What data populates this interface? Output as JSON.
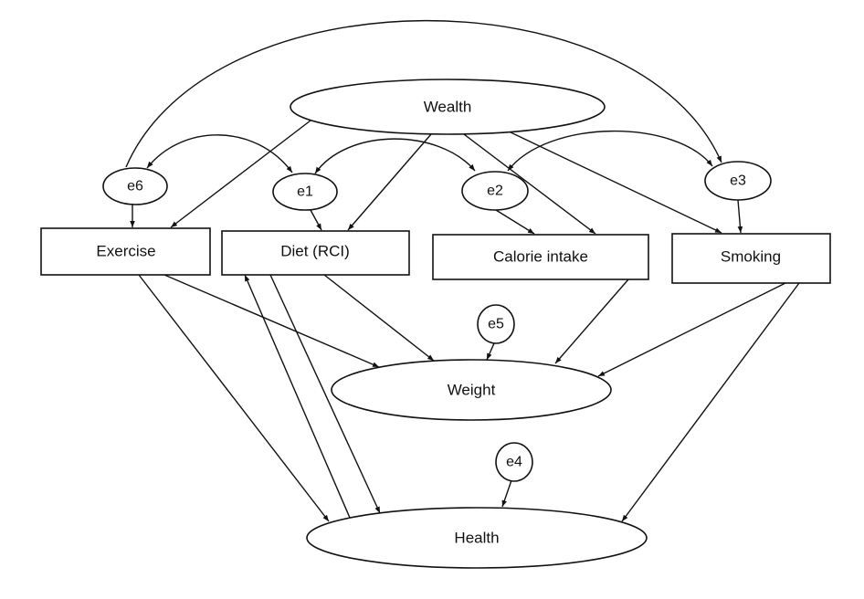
{
  "diagram": {
    "type": "path-diagram",
    "nodes": {
      "wealth": {
        "label": "Wealth",
        "kind": "latent"
      },
      "weight": {
        "label": "Weight",
        "kind": "latent"
      },
      "health": {
        "label": "Health",
        "kind": "latent"
      },
      "exercise": {
        "label": "Exercise",
        "kind": "observed"
      },
      "diet": {
        "label": "Diet (RCI)",
        "kind": "observed"
      },
      "calorie": {
        "label": "Calorie intake",
        "kind": "observed"
      },
      "smoking": {
        "label": "Smoking",
        "kind": "observed"
      },
      "e1": {
        "label": "e1",
        "kind": "error"
      },
      "e2": {
        "label": "e2",
        "kind": "error"
      },
      "e3": {
        "label": "e3",
        "kind": "error"
      },
      "e4": {
        "label": "e4",
        "kind": "error"
      },
      "e5": {
        "label": "e5",
        "kind": "error"
      },
      "e6": {
        "label": "e6",
        "kind": "error"
      }
    },
    "paths": [
      {
        "from": "wealth",
        "to": "exercise"
      },
      {
        "from": "wealth",
        "to": "diet"
      },
      {
        "from": "wealth",
        "to": "calorie"
      },
      {
        "from": "wealth",
        "to": "smoking"
      },
      {
        "from": "e6",
        "to": "exercise"
      },
      {
        "from": "e1",
        "to": "diet"
      },
      {
        "from": "e2",
        "to": "calorie"
      },
      {
        "from": "e3",
        "to": "smoking"
      },
      {
        "from": "exercise",
        "to": "weight"
      },
      {
        "from": "diet",
        "to": "weight"
      },
      {
        "from": "calorie",
        "to": "weight"
      },
      {
        "from": "smoking",
        "to": "weight"
      },
      {
        "from": "e5",
        "to": "weight"
      },
      {
        "from": "exercise",
        "to": "health"
      },
      {
        "from": "diet",
        "to": "health"
      },
      {
        "from": "health",
        "to": "diet"
      },
      {
        "from": "smoking",
        "to": "health"
      },
      {
        "from": "e4",
        "to": "health"
      }
    ],
    "covariances": [
      {
        "between": [
          "e6",
          "e3"
        ]
      },
      {
        "between": [
          "e6",
          "e1"
        ]
      },
      {
        "between": [
          "e1",
          "e2"
        ]
      },
      {
        "between": [
          "e2",
          "e3"
        ]
      }
    ]
  }
}
